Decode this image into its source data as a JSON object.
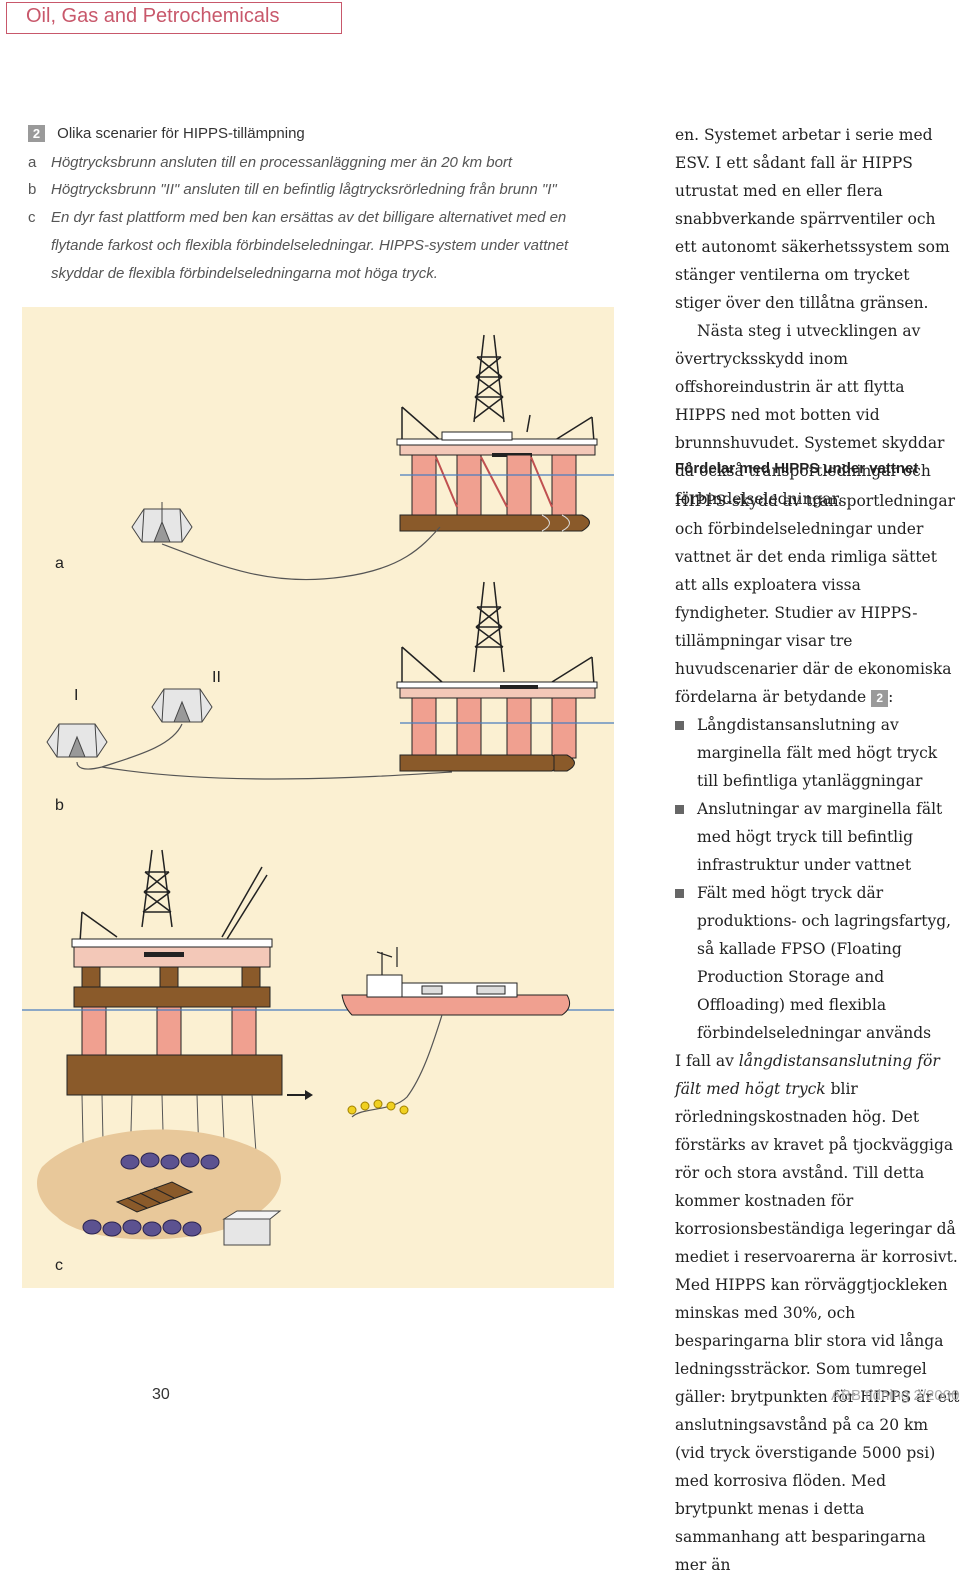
{
  "header": {
    "title": "Oil, Gas and Petrochemicals"
  },
  "figure": {
    "badge": "2",
    "title": "Olika scenarier för HIPPS-tillämpning",
    "items": [
      {
        "letter": "a",
        "lines": [
          "Högtrycksbrunn ansluten till en processanläggning mer än 20 km bort"
        ]
      },
      {
        "letter": "b",
        "lines": [
          "Högtrycksbrunn \"II\" ansluten till en befintlig lågtrycksrörledning från brunn \"I\""
        ]
      },
      {
        "letter": "c",
        "lines": [
          "En dyr fast plattform med ben kan ersättas av det billigare alternativet med en",
          "flytande farkost och flexibla förbindelseledningar. HIPPS-system under vattnet",
          "skyddar de flexibla förbindelseledningarna mot höga tryck."
        ]
      }
    ],
    "diagram_labels": {
      "a": "a",
      "b": "b",
      "c": "c",
      "well_1": "I",
      "well_2": "II"
    }
  },
  "right_column": {
    "para1": "en. Systemet arbetar i serie med ESV. I ett sådant fall är HIPPS utrustat med en eller flera snabbverkande spärrventiler och ett autonomt säkerhetssystem som stänger ventilerna om trycket stiger över den tillåtna gränsen.",
    "para2": "Nästa steg i utvecklingen av övertrycksskydd inom offshoreindustrin är att flytta HIPPS ned mot botten vid brunnshuvudet. Systemet skyddar då också transportledningar och förbindelseledningar.",
    "subhead": "Fördelar med HIPPS under vattnet",
    "para3_before": "HIPPS-skydd av transportledningar och förbindelseledningar under vattnet är det enda rimliga sättet att alls exploatera vissa fyndigheter. Studier av HIPPS-tillämpningar visar tre huvudscenarier där de ekonomiska fördelarna är betydande",
    "para3_badge": "2",
    "para3_after": ":",
    "bullets": [
      "Långdistansanslutning av marginella fält med högt tryck till befintliga ytanläggningar",
      "Anslutningar av marginella fält med högt tryck till befintlig infrastruktur under vattnet",
      "Fält med högt tryck där produktions- och lagringsfartyg, så kallade FPSO (Floating Production Storage and Offloading) med flexibla förbindelseledningar används"
    ],
    "para4_a": "I fall av ",
    "para4_em": "långdistansanslutning för fält med högt tryck",
    "para4_b": " blir rörledningskostnaden hög. Det förstärks av kravet på tjockväggiga rör och stora avstånd. Till detta kommer kostnaden för korrosionsbeständiga legeringar då mediet i reservoarerna är korrosivt. Med HIPPS kan rörväggtjockleken minskas med 30%, och besparingarna blir stora vid långa ledningssträckor. Som tumregel gäller: brytpunkten för HIPPS är ett anslutningsavstånd på ca 20 km (vid tryck överstigande 5000 psi) med korrosiva flöden. Med brytpunkt menas i detta sammanhang att besparingarna mer än"
  },
  "footer": {
    "page_number": "30",
    "publication": "ABB tidning 2/2000"
  },
  "colors": {
    "accent": "#c8586b",
    "panel": "#fbf0d2",
    "column_pink": "#f0a090",
    "hull_brown": "#8a5a2a",
    "sea_line": "#4a7ec0"
  }
}
